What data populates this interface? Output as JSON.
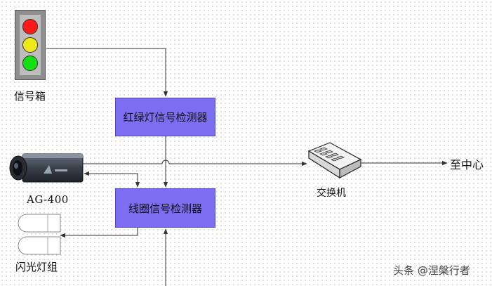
{
  "traffic_light": {
    "label": "信号箱",
    "lamp_colors": [
      "#ff1a1a",
      "#f0e81a",
      "#14e014"
    ]
  },
  "detectors": {
    "signal_detector": "红绿灯信号检测器",
    "loop_detector": "线圈信号检测器"
  },
  "camera": {
    "label": "AG-400"
  },
  "flash": {
    "label": "闪光灯组"
  },
  "switch": {
    "label": "交换机"
  },
  "destination": {
    "label": "至中心"
  },
  "watermark": "头条 @涅槃行者",
  "colors": {
    "detector_fill": "#7b6ef0",
    "line": "#333333"
  }
}
